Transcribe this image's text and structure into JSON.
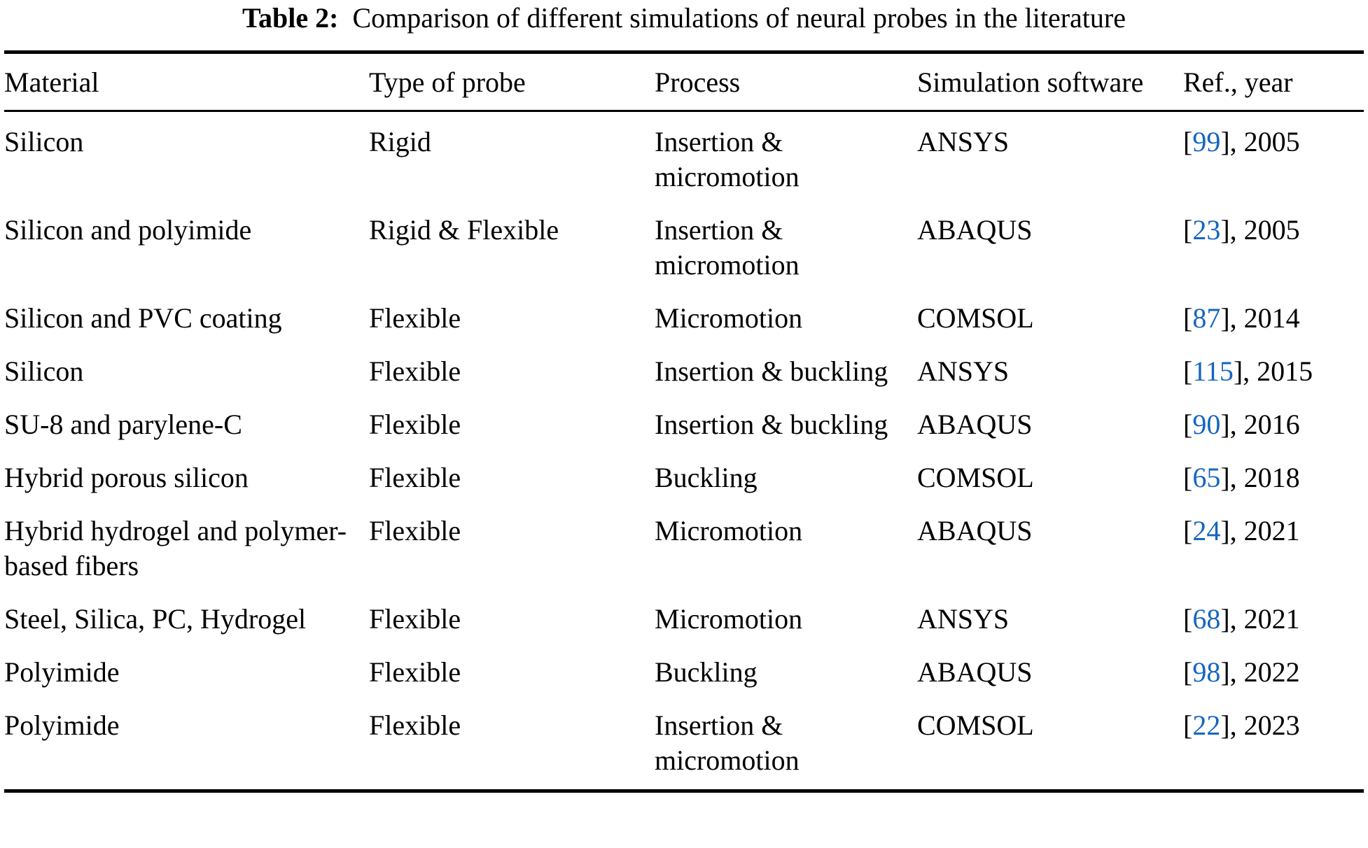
{
  "caption": {
    "label": "Table 2:",
    "text": "Comparison of different simulations of neural probes in the literature"
  },
  "table": {
    "columns": [
      {
        "id": "material",
        "label": "Material"
      },
      {
        "id": "probe_type",
        "label": "Type of probe"
      },
      {
        "id": "process",
        "label": "Process"
      },
      {
        "id": "software",
        "label": "Simulation software"
      },
      {
        "id": "reference",
        "label": "Ref., year"
      }
    ],
    "rows": [
      {
        "material": "Silicon",
        "probe_type": "Rigid",
        "process": "Insertion & micromotion",
        "software": "ANSYS",
        "ref_number": "99",
        "ref_year": "2005"
      },
      {
        "material": "Silicon and polyimide",
        "probe_type": "Rigid & Flexible",
        "process": "Insertion & micromotion",
        "software": "ABAQUS",
        "ref_number": "23",
        "ref_year": "2005"
      },
      {
        "material": "Silicon and PVC coating",
        "probe_type": "Flexible",
        "process": "Micromotion",
        "software": "COMSOL",
        "ref_number": "87",
        "ref_year": "2014"
      },
      {
        "material": "Silicon",
        "probe_type": "Flexible",
        "process": "Insertion & buckling",
        "software": "ANSYS",
        "ref_number": "115",
        "ref_year": "2015"
      },
      {
        "material": "SU-8 and parylene-C",
        "probe_type": "Flexible",
        "process": "Insertion & buckling",
        "software": "ABAQUS",
        "ref_number": "90",
        "ref_year": "2016"
      },
      {
        "material": "Hybrid porous silicon",
        "probe_type": "Flexible",
        "process": "Buckling",
        "software": "COMSOL",
        "ref_number": "65",
        "ref_year": "2018"
      },
      {
        "material": "Hybrid hydrogel and polymer-based fibers",
        "probe_type": "Flexible",
        "process": "Micromotion",
        "software": "ABAQUS",
        "ref_number": "24",
        "ref_year": "2021"
      },
      {
        "material": "Steel, Silica, PC, Hydrogel",
        "probe_type": "Flexible",
        "process": "Micromotion",
        "software": "ANSYS",
        "ref_number": "68",
        "ref_year": "2021"
      },
      {
        "material": "Polyimide",
        "probe_type": "Flexible",
        "process": "Buckling",
        "software": "ABAQUS",
        "ref_number": "98",
        "ref_year": "2022"
      },
      {
        "material": "Polyimide",
        "probe_type": "Flexible",
        "process": "Insertion & micromotion",
        "software": "COMSOL",
        "ref_number": "22",
        "ref_year": "2023"
      }
    ]
  },
  "style": {
    "link_color": "#1565c0",
    "text_color": "#000000",
    "background": "#ffffff"
  }
}
